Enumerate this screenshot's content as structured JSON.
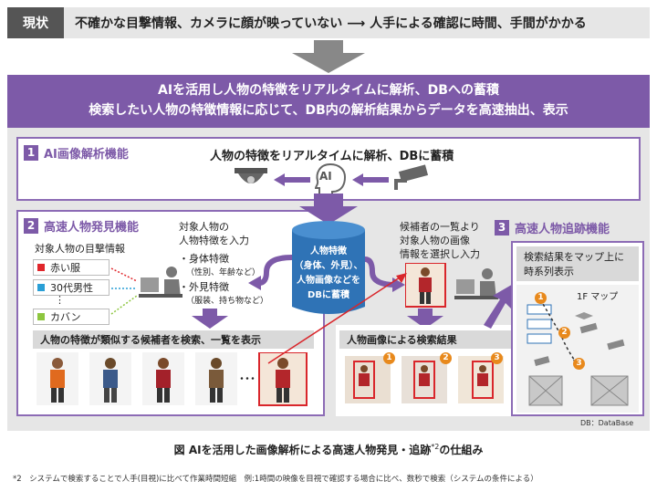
{
  "status": {
    "tag": "現状",
    "text": "不確かな目撃情報、カメラに顔が映っていない ⟶ 人手による確認に時間、手間がかかる"
  },
  "banner": {
    "line1": "AIを活用し人物の特徴をリアルタイムに解析、DBへの蓄積",
    "line2": "検索したい人物の特徴情報に応じて、DB内の解析結果からデータを高速抽出、表示"
  },
  "section1": {
    "num": "1",
    "title": "AI画像解析機能",
    "desc": "人物の特徴をリアルタイムに解析、DBに蓄積",
    "ai_label": "AI"
  },
  "section2": {
    "num": "2",
    "title": "高速人物発見機能",
    "info_title": "対象人物の目撃情報",
    "items": [
      {
        "label": "赤い服",
        "color": "#e0262b"
      },
      {
        "label": "30代男性",
        "color": "#2a9fd6"
      },
      {
        "label": "カバン",
        "color": "#8dc63f"
      }
    ],
    "vdots": "⋮",
    "input_line1": "対象人物の",
    "input_line2": "人物特徴を入力",
    "body_feature": "・身体特徴",
    "body_detail": "（性別、年齢など）",
    "appearance_feature": "・外見特徴",
    "appearance_detail": "（服装、持ち物など）",
    "result_strip": "人物の特徴が類似する候補者を検索、一覧を表示",
    "ellipsis": "･･･"
  },
  "database": {
    "line1": "人物特徴",
    "line2": "（身体、外見）、",
    "line3": "人物画像などを",
    "line4": "DBに蓄積"
  },
  "middle": {
    "line1": "候補者の一覧より",
    "line2": "対象人物の画像",
    "line3": "情報を選択し入力",
    "result_strip": "人物画像による検索結果",
    "badges": [
      "1",
      "2",
      "3"
    ]
  },
  "section3": {
    "num": "3",
    "title": "高速人物追跡機能",
    "box_line1": "検索結果をマップ上に",
    "box_line2": "時系列表示",
    "map_label": "1F マップ",
    "badges": [
      "1",
      "2",
      "3"
    ]
  },
  "db_note": "DB：DataBase",
  "caption": "図 AIを活用した画像解析による高速人物発見・追跡",
  "caption_sup": "*2",
  "caption_suffix": "の仕組み",
  "footnote": "*2　システムで検索することで人手(目視)に比べて作業時間短縮　例:1時間の映像を目視で確認する場合に比べ、数秒で検索（システムの条件による）",
  "colors": {
    "purple": "#7d5aa8",
    "db_blue": "#2f73b6",
    "highlight_red": "#d9262b",
    "badge_orange": "#e8891c",
    "panel_gray": "#e6e6e6"
  }
}
